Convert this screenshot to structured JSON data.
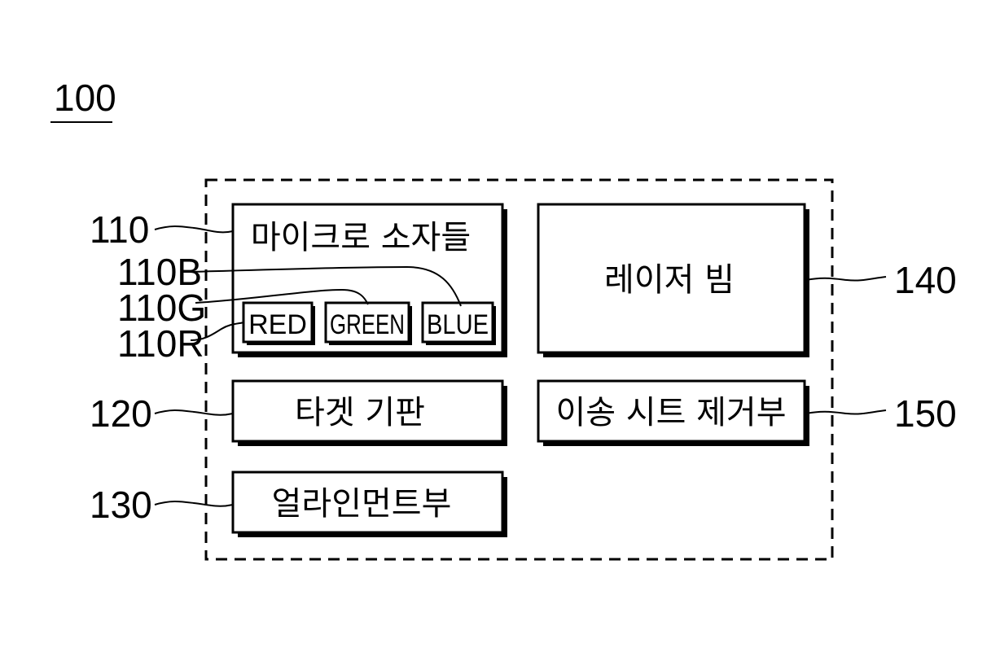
{
  "diagram": {
    "reference": "100",
    "blocks": {
      "micro_elements": {
        "ref": "110",
        "label": "마이크로 소자들"
      },
      "target_substrate": {
        "ref": "120",
        "label": "타겟 기판"
      },
      "alignment_unit": {
        "ref": "130",
        "label": "얼라인먼트부"
      },
      "laser_beam": {
        "ref": "140",
        "label": "레이저 빔"
      },
      "transfer_sheet_remover": {
        "ref": "150",
        "label": "이송 시트 제거부"
      }
    },
    "sub_elements": {
      "red": {
        "ref": "110R",
        "label": "RED"
      },
      "green": {
        "ref": "110G",
        "label": "GREEN"
      },
      "blue": {
        "ref": "110B",
        "label": "BLUE"
      }
    }
  }
}
